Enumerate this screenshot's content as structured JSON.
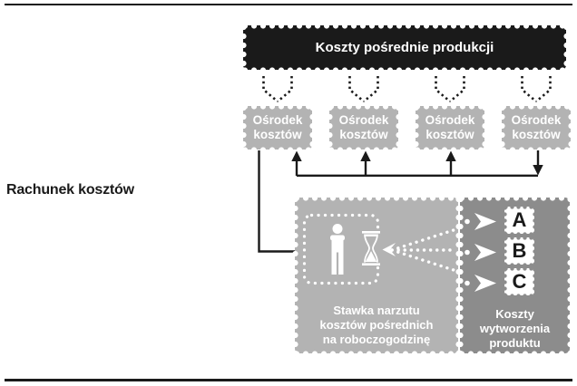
{
  "page_label": "Rachunek kosztów",
  "colors": {
    "box_black": "#1a1a1a",
    "box_gray_light": "#b3b3b3",
    "box_gray_dark": "#8c8c8c",
    "text_on_boxes": "#ffffff",
    "lines": "#1a1a1a"
  },
  "top_box": {
    "label": "Koszty pośrednie produkcji"
  },
  "cost_centers": [
    {
      "label": "Ośrodek\nkosztów"
    },
    {
      "label": "Ośrodek\nkosztów"
    },
    {
      "label": "Ośrodek\nkosztów"
    },
    {
      "label": "Ośrodek\nkosztów"
    }
  ],
  "rate_box": {
    "lines": [
      "Stawka narzutu",
      "kosztów pośrednich",
      "na roboczogodzinę"
    ],
    "icons": [
      "person-icon",
      "hourglass-icon"
    ]
  },
  "product_box": {
    "products": [
      {
        "label": "A"
      },
      {
        "label": "B"
      },
      {
        "label": "C"
      }
    ],
    "lines": [
      "Koszty",
      "wytworzenia",
      "produktu"
    ]
  }
}
